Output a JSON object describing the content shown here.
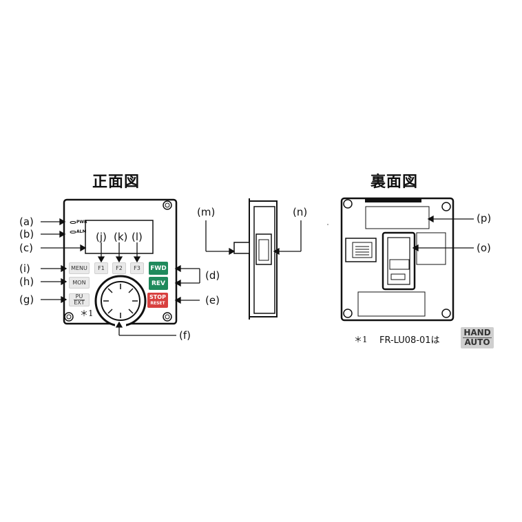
{
  "headings": {
    "front": "正面図",
    "back": "裏面図"
  },
  "callouts": {
    "a": "(a)",
    "b": "(b)",
    "c": "(c)",
    "i": "(i)",
    "h": "(h)",
    "g": "(g)",
    "j": "(j)",
    "k": "(k)",
    "l": "(l)",
    "d": "(d)",
    "e": "(e)",
    "f": "(f)",
    "m": "(m)",
    "n": "(n)",
    "p": "(p)",
    "o": "(o)"
  },
  "leds": {
    "pwr": "PWR",
    "alm": "ALM"
  },
  "keys": {
    "menu": "MENU",
    "f1": "F1",
    "f2": "F2",
    "f3": "F3",
    "mon": "MON",
    "pu": "PU",
    "ext": "EXT",
    "fwd": "FWD",
    "rev": "REV",
    "stop": "STOP",
    "reset": "RESET"
  },
  "footnote_mark": "＊1",
  "footnote": {
    "mark": "＊1",
    "text": "FR-LU08-01は",
    "hand": "HAND",
    "auto": "AUTO"
  }
}
